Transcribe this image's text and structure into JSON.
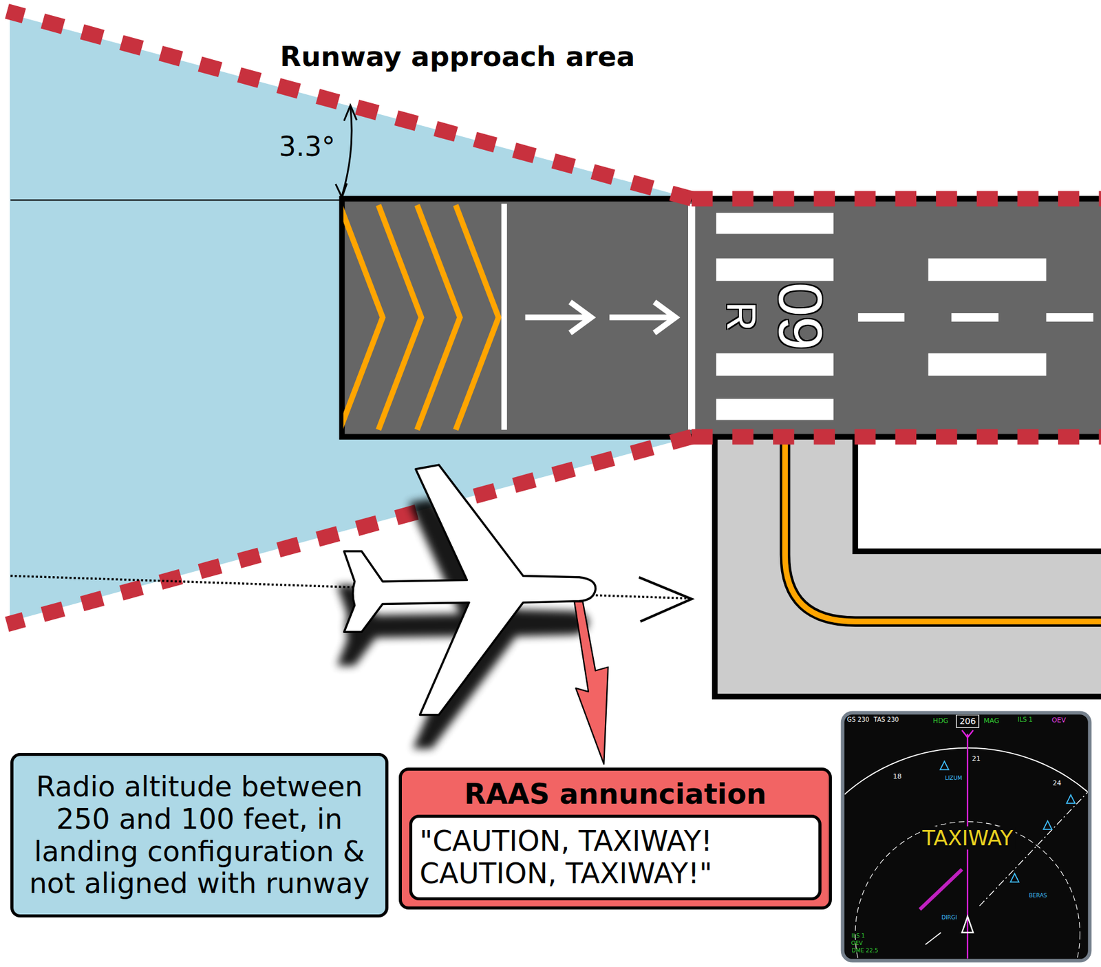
{
  "diagram": {
    "nodes": [
      {
        "text": [
          "Radio altitude between 250 and 100 feet, in landing configuration & not aligned with runway"
        ]
      },
      {
        "text": [
          "RAAS annunciation"
        ]
      },
      {
        "text": [
          "\"CAUTION, TAXIWAY! CAUTION, TAXIWAY!\""
        ],
        "in": 1
      }
    ],
    "labels": [
      "Runway approach area",
      "3.3°",
      "09",
      "R",
      "TAXIWAY",
      "GS 230",
      "TAS 230",
      "HDG",
      "206",
      "MAG",
      "ILS 1",
      "OEV",
      "21",
      "18",
      "24",
      "LIZUM",
      "BERAS",
      "DIRGI",
      "ILS 1",
      "OEV",
      "DME 22.5"
    ]
  }
}
